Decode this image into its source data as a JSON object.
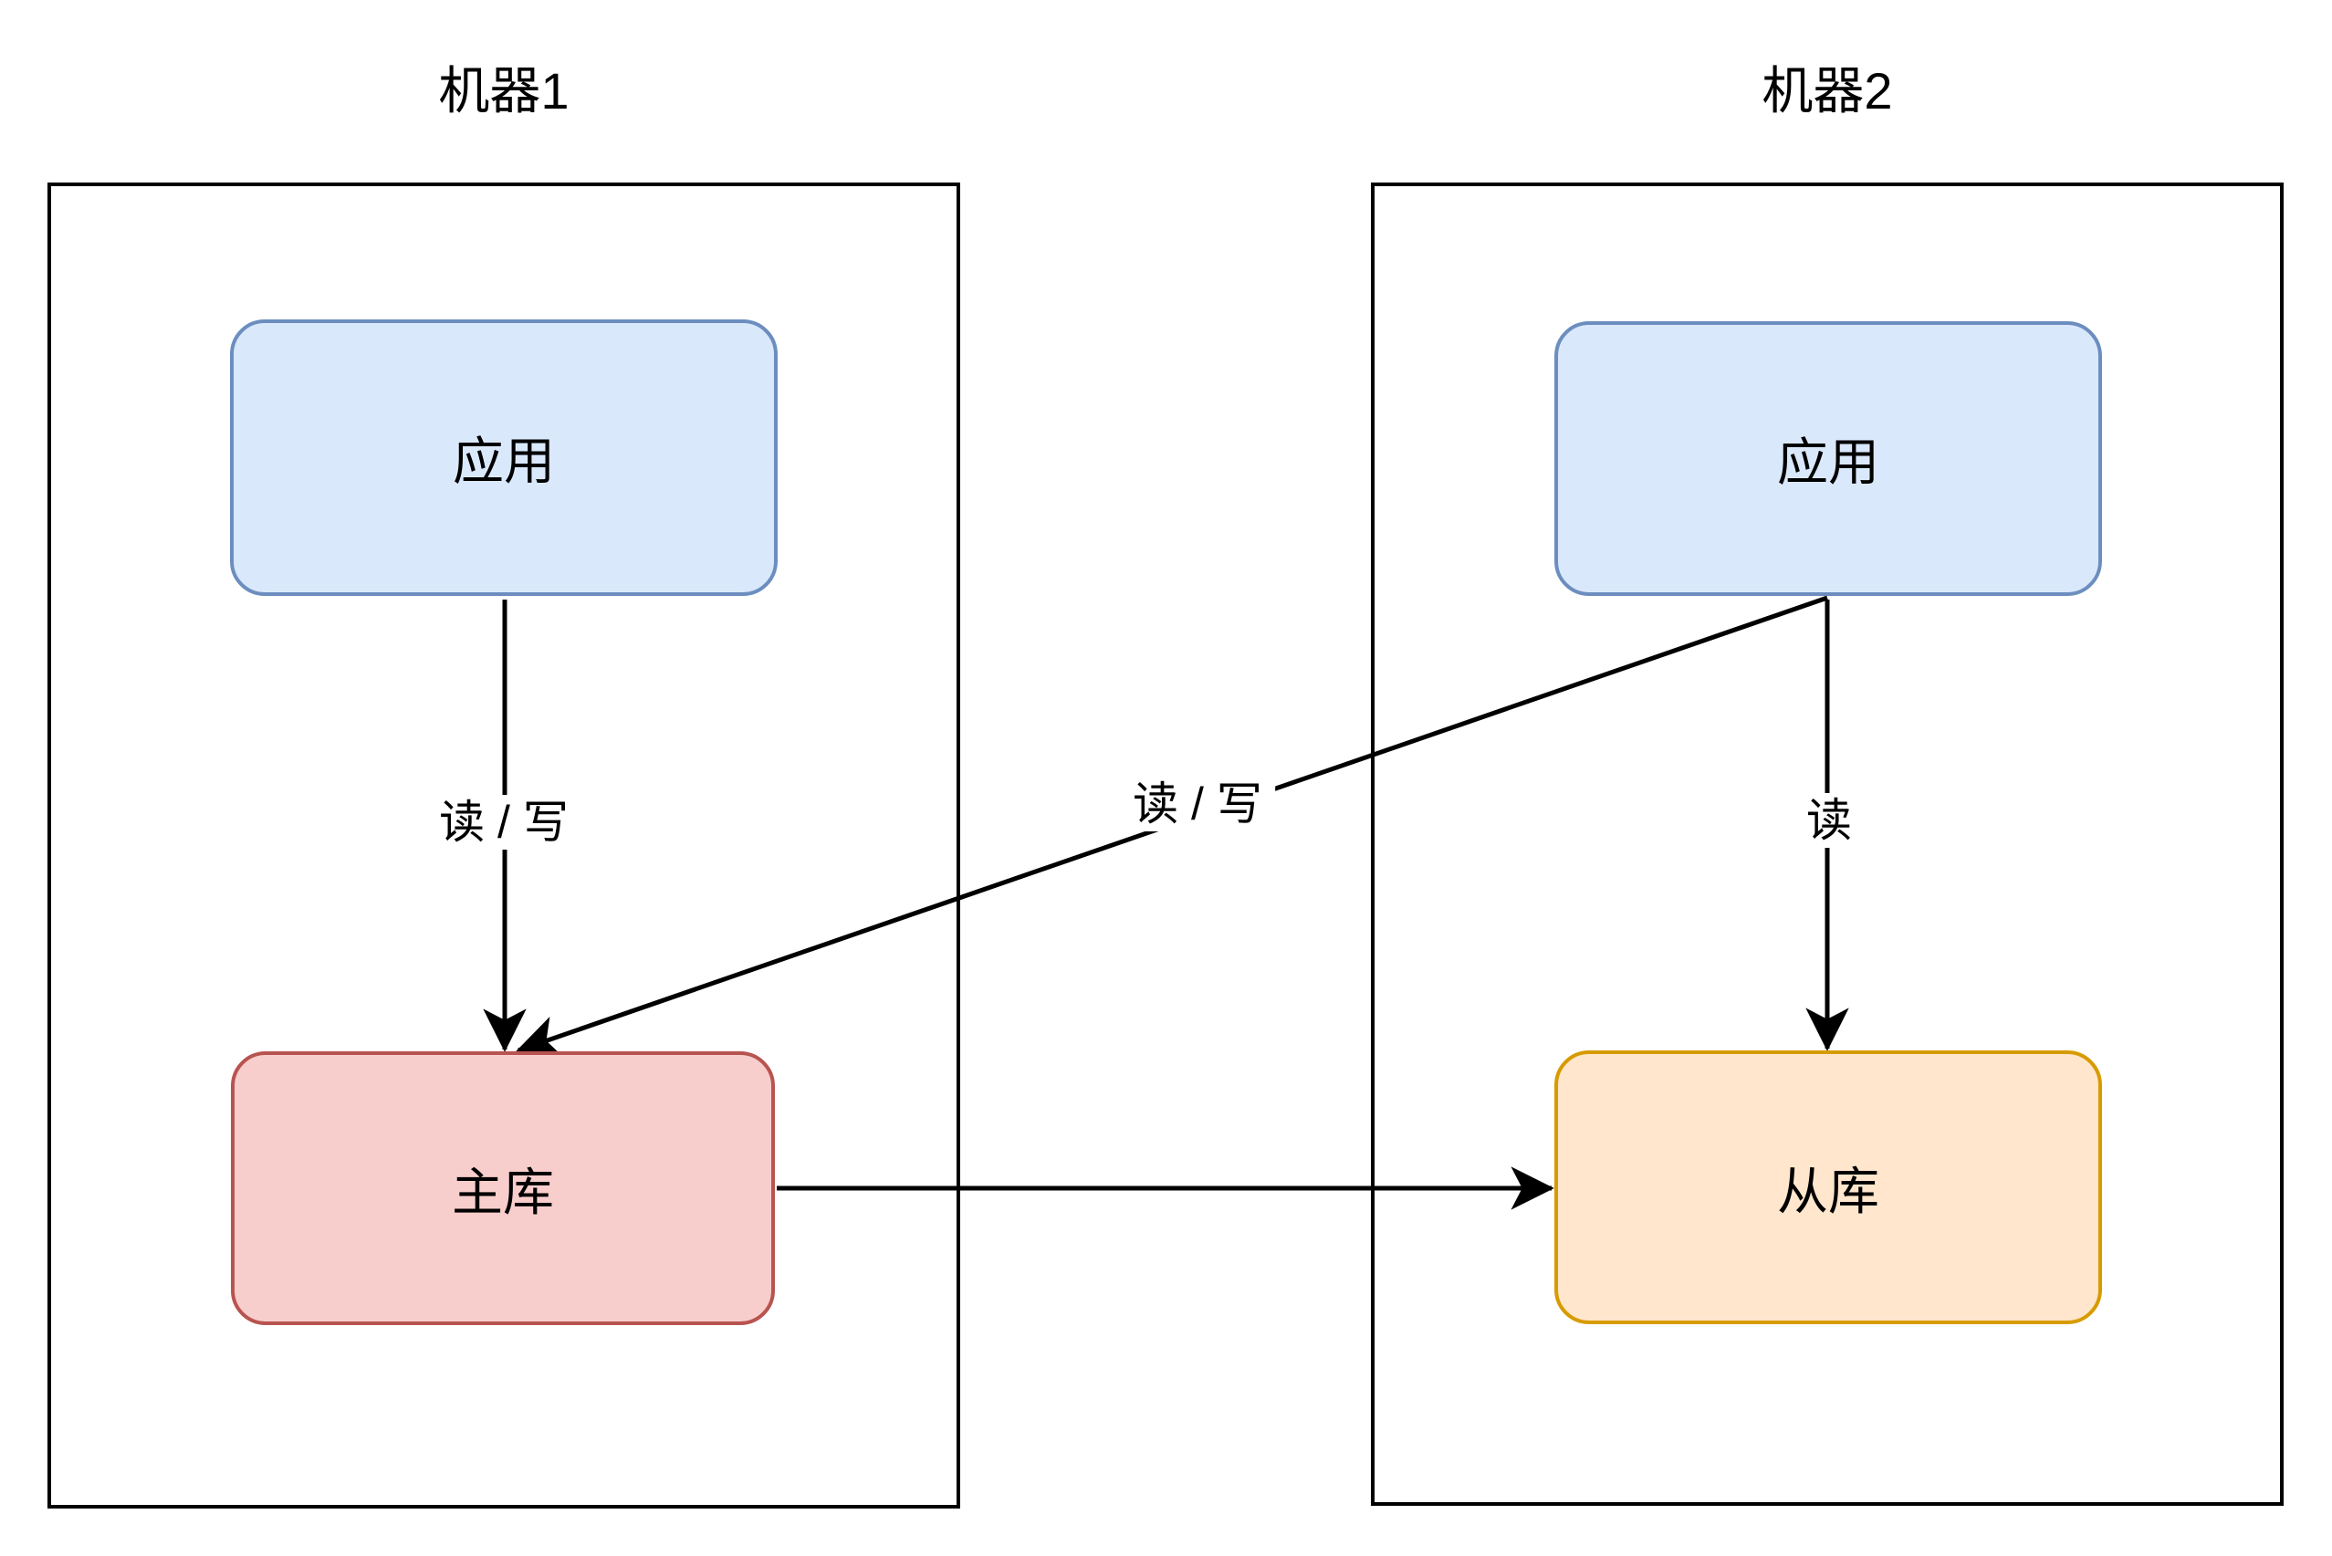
{
  "diagram": {
    "machines": [
      {
        "title": "机器1",
        "nodes": {
          "app": {
            "label": "应用"
          },
          "db": {
            "label": "主库"
          }
        }
      },
      {
        "title": "机器2",
        "nodes": {
          "app": {
            "label": "应用"
          },
          "db": {
            "label": "从库"
          }
        }
      }
    ],
    "edges": [
      {
        "id": "app1-to-master",
        "label": "读 / 写"
      },
      {
        "id": "app2-to-master",
        "label": "读 / 写"
      },
      {
        "id": "app2-to-slave",
        "label": "读"
      },
      {
        "id": "master-to-slave",
        "label": ""
      }
    ],
    "colors": {
      "app_fill": "#dae8fc",
      "app_border": "#6c8ebf",
      "master_fill": "#f8cecc",
      "master_border": "#b85450",
      "slave_fill": "#ffe6cc",
      "slave_border": "#d79b00",
      "edge": "#000000",
      "container_border": "#000000",
      "text": "#000000",
      "background": "#ffffff"
    }
  }
}
